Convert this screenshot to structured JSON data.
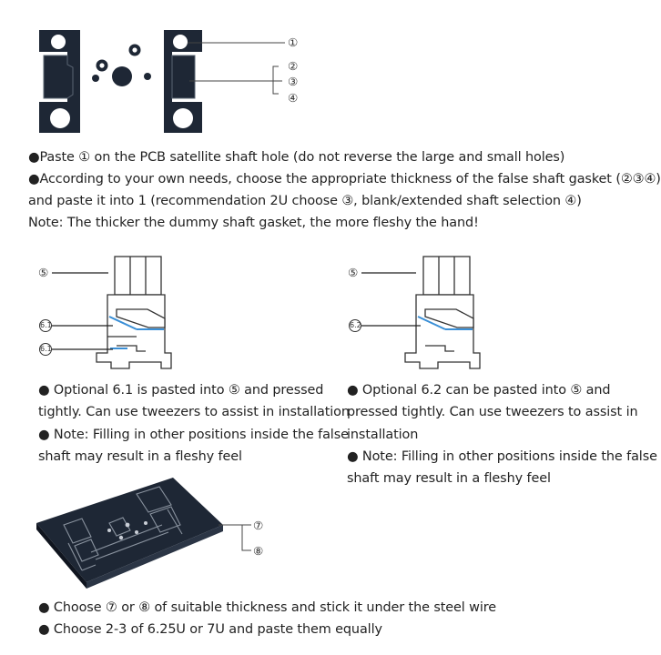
{
  "section1": {
    "callouts": [
      "①",
      "②",
      "③",
      "④"
    ],
    "lines": [
      "●Paste ① on the PCB satellite shaft hole (do not reverse the large and small holes)",
      "●According to your own needs, choose the appropriate thickness of the false shaft gasket (②③④)",
      "and paste it into 1 (recommendation 2U choose ③, blank/extended shaft selection ④)",
      "Note: The thicker the dummy shaft gasket, the more fleshy the hand!"
    ]
  },
  "section2_left": {
    "callouts": [
      "⑤",
      "6.1",
      "6.1"
    ],
    "lines": [
      "● Optional 6.1 is pasted into ⑤ and pressed",
      "tightly. Can use tweezers to assist in installation",
      "● Note: Filling in other positions inside the false",
      "shaft may result in a fleshy feel"
    ]
  },
  "section2_right": {
    "callouts": [
      "⑤",
      "6.2"
    ],
    "lines": [
      "● Optional 6.2 can be pasted into ⑤ and",
      "pressed tightly. Can use tweezers to assist in",
      "installation",
      "● Note: Filling in other positions inside the false",
      "shaft may result in a fleshy feel"
    ]
  },
  "section3": {
    "callouts": [
      "⑦",
      "⑧"
    ],
    "lines": [
      "● Choose ⑦ or ⑧ of suitable thickness and stick it under the steel wire",
      "● Choose 2-3 of 6.25U or 7U and paste them equally"
    ]
  },
  "colors": {
    "gasket_dark": "#1e2735",
    "highlight_blue": "#3a8fd6",
    "text": "#222222"
  }
}
